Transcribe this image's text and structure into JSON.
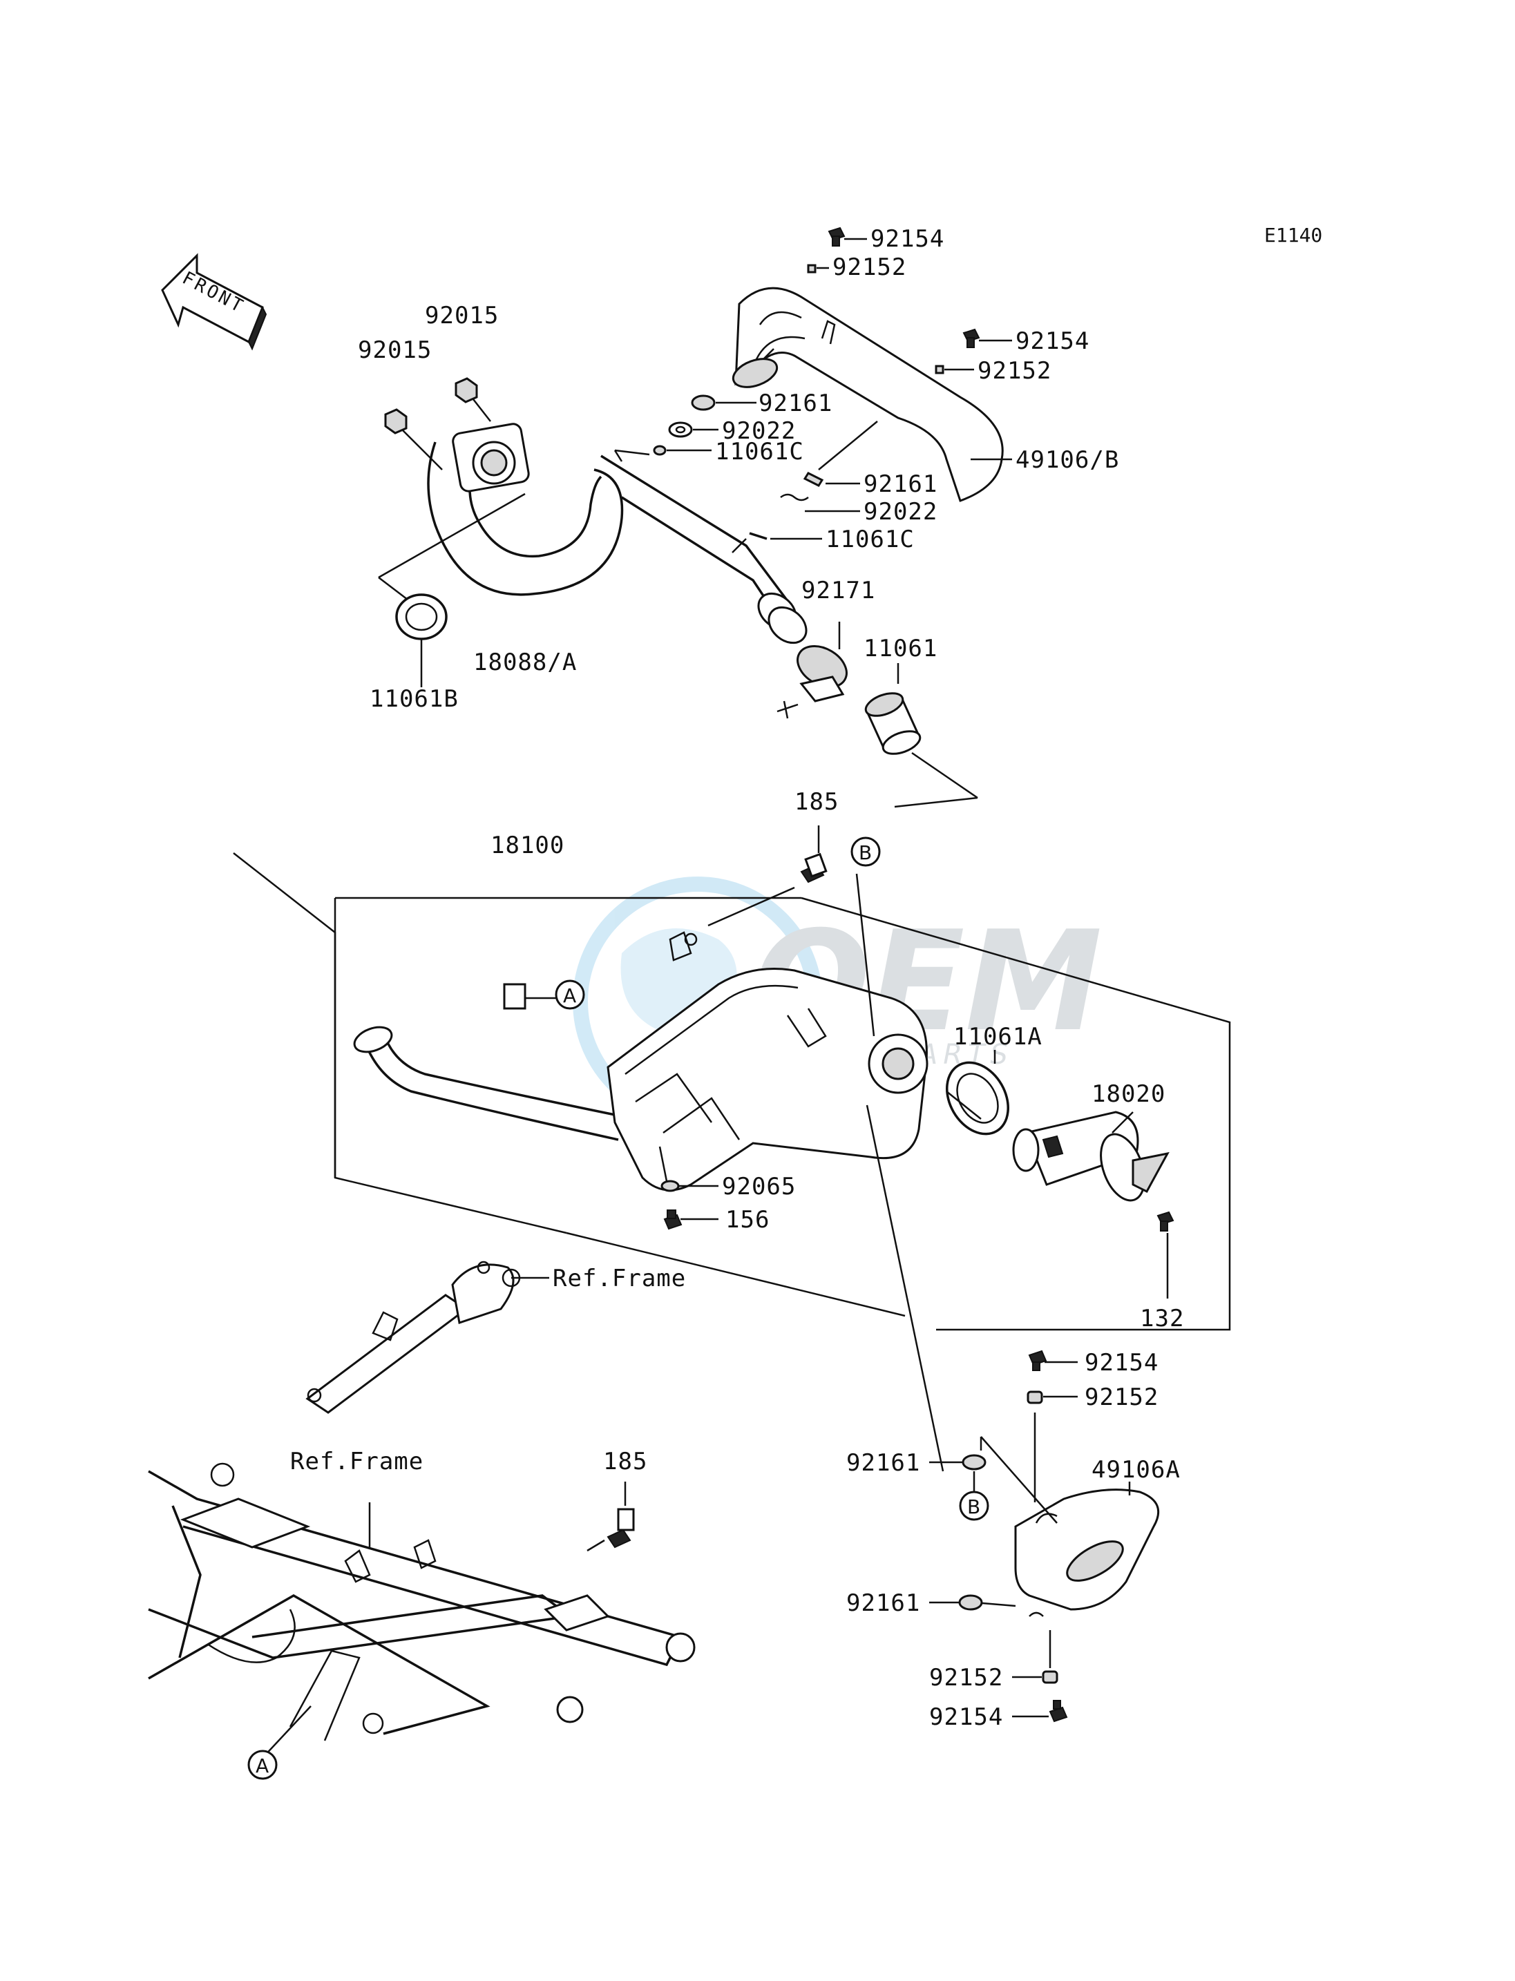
{
  "diagram": {
    "code": "E1140",
    "front_arrow_text": "FRONT",
    "watermark": {
      "brand": "OEM",
      "tagline": "MOTORPARTS"
    },
    "callout_letters": {
      "a": "A",
      "b": "B"
    },
    "labels": {
      "p92154_top": "92154",
      "p92152_top": "92152",
      "p92154_mid": "92154",
      "p92152_mid": "92152",
      "p92015_upper": "92015",
      "p92015_lower": "92015",
      "p92161_a": "92161",
      "p92022_a": "92022",
      "p11061c_a": "11061C",
      "p49106b": "49106/B",
      "p92161_b": "92161",
      "p92022_b": "92022",
      "p11061c_b": "11061C",
      "p92171": "92171",
      "p11061": "11061",
      "p18088a": "18088/A",
      "p11061b": "11061B",
      "p185_top": "185",
      "p18100": "18100",
      "p11061a": "11061A",
      "p18020": "18020",
      "p92065": "92065",
      "p156": "156",
      "ref_frame_1": "Ref.Frame",
      "p132": "132",
      "p92154_r1": "92154",
      "p92152_r1": "92152",
      "ref_frame_2": "Ref.Frame",
      "p185_bottom": "185",
      "p92161_r1": "92161",
      "p49106a": "49106A",
      "p92161_r2": "92161",
      "p92152_r2": "92152",
      "p92154_r2": "92154"
    }
  }
}
